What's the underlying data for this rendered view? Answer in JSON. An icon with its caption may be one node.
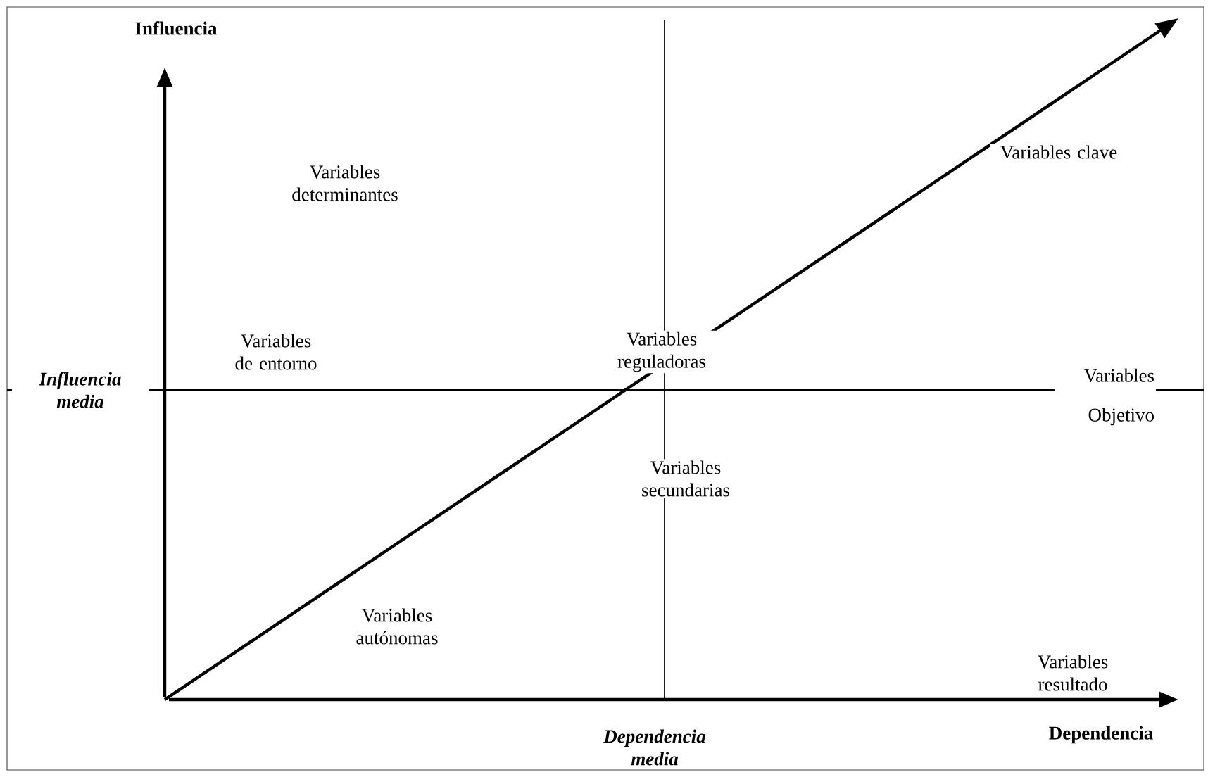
{
  "diagram": {
    "labels": [
      "Influencia",
      "Variables determinantes",
      "Variables clave",
      "Variables de entorno",
      "Influencia media",
      "Variables reguladoras",
      "Variables Objetivo",
      "Variables secundarias",
      "Variables autónomas",
      "Variables resultado",
      "Dependencia media",
      "Dependencia"
    ]
  }
}
